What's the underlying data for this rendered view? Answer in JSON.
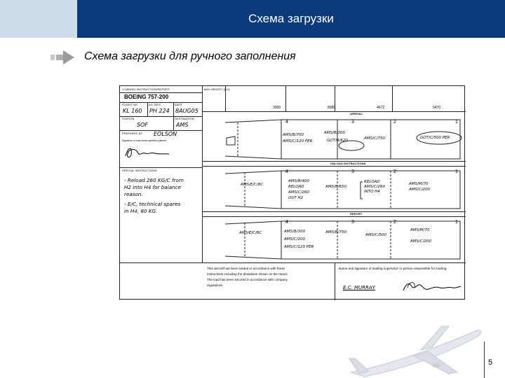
{
  "header": {
    "title": "Схема загрузки"
  },
  "subtitle": "Схема загрузки для ручного заполнения",
  "form": {
    "title": "LOADING INSTRUCTION/REPORT",
    "aircraft": "BOEING 757-200",
    "labels": {
      "flight_no": "FLIGHT NO",
      "ac_reg": "A/C REG",
      "date": "DATE",
      "station": "STATION",
      "destination": "DESTINATION",
      "prepared_by": "PREPARED BY",
      "signature": "Signature of load sheet specified planner",
      "special": "SPECIAL INSTRUCTIONS",
      "max_weight": "MAX WEIGHT (KG)"
    },
    "values": {
      "flight_no": "KL 160",
      "ac_reg": "PH 224",
      "date": "8AUG05",
      "station": "SOF",
      "destination": "AMS",
      "prepared_by": "EOLSON"
    },
    "special_text": [
      "- Reload 260 KG/C from",
      "H2 into H4 for balance",
      "reason.",
      "- E/C, technical spares",
      "in H4, 80 KG."
    ],
    "max_weights": [
      "3000",
      "8080",
      "4672",
      "5470"
    ],
    "sections": [
      "ARRIVAL",
      "ONLOAD INSTRUCTIONS",
      "REPORT"
    ],
    "hold_numbers": [
      "4",
      "3",
      "2",
      "1"
    ],
    "arrival": {
      "h4": [
        "AMS/B/700",
        "AMS/C/120 PER"
      ],
      "h3": [
        "AMS/B/300",
        "GOT/B/620"
      ],
      "h2": [
        "AMS/C/750"
      ],
      "h1": [
        "GOT/C/500 PER"
      ]
    },
    "onload": {
      "aft": [
        "AMS/E/C/8C"
      ],
      "h4": [
        "AMS/B/400",
        "RELOAD",
        "AMS/C/260",
        "OUT H2"
      ],
      "h3": [
        "AMS/B/650"
      ],
      "h2": [
        "RELOAD",
        "AMS/C/260",
        "INTO H4"
      ],
      "h1": [
        "AMS/M/70",
        "AMS/C/200"
      ]
    },
    "report": {
      "aft": [
        "AMS/E/C/8C"
      ],
      "h4": [
        "AMS/B/300",
        "AMS/C/200",
        "AMS/C/120 PER"
      ],
      "h3": [
        "AMS/B/750"
      ],
      "h2": [
        "AMS/C/500"
      ],
      "h1": [
        "AMS/M/70",
        "AMS/C/200"
      ]
    },
    "statement": [
      "This aircraft has been loaded in accordance with these",
      "instructions including the deviations shown on the report.",
      "The load has been secured in accordance with company",
      "regulations."
    ],
    "supervisor_label": "Name and signature of loading supervisor or person responsible for loading:",
    "supervisor_name": "E.C. MURRAY"
  },
  "page_number": "5",
  "colors": {
    "header_bar": "#0b3a7c",
    "header_left": "#cfdcec"
  }
}
